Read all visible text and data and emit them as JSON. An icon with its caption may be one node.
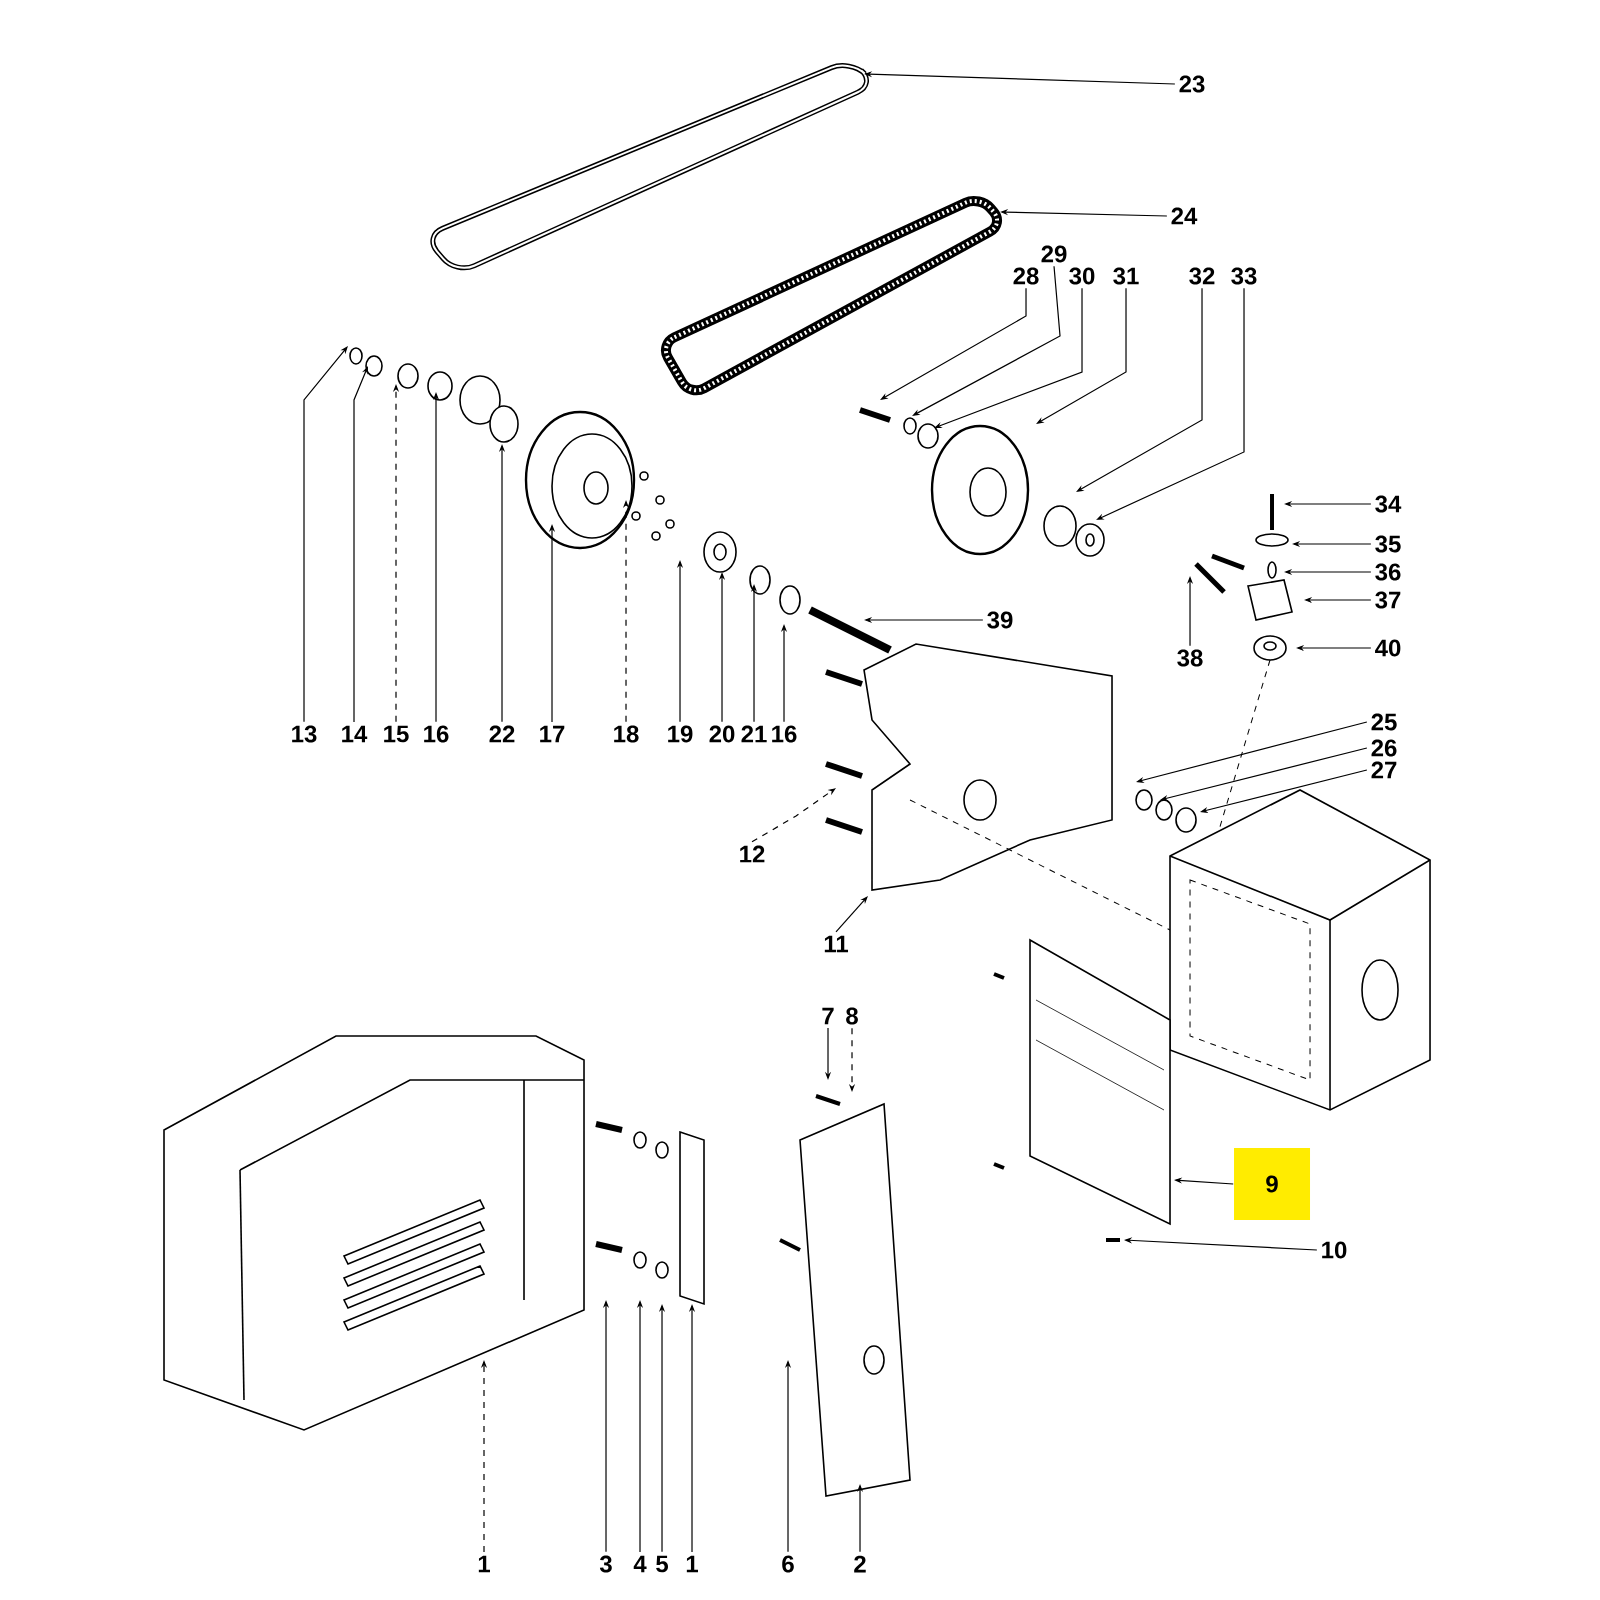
{
  "diagram": {
    "nodes": [
      {
        "text": [
          "23"
        ]
      },
      {
        "text": [
          "24"
        ]
      },
      {
        "text": [
          "29"
        ]
      },
      {
        "text": [
          "28"
        ]
      },
      {
        "text": [
          "30"
        ]
      },
      {
        "text": [
          "31"
        ]
      },
      {
        "text": [
          "32"
        ]
      },
      {
        "text": [
          "33"
        ]
      },
      {
        "text": [
          "34"
        ]
      },
      {
        "text": [
          "35"
        ]
      },
      {
        "text": [
          "36"
        ]
      },
      {
        "text": [
          "37"
        ]
      },
      {
        "text": [
          "38"
        ]
      },
      {
        "text": [
          "39"
        ]
      },
      {
        "text": [
          "40"
        ]
      },
      {
        "text": [
          "13"
        ]
      },
      {
        "text": [
          "14"
        ]
      },
      {
        "text": [
          "15"
        ]
      },
      {
        "text": [
          "16"
        ]
      },
      {
        "text": [
          "22"
        ]
      },
      {
        "text": [
          "17"
        ]
      },
      {
        "text": [
          "18"
        ]
      },
      {
        "text": [
          "19"
        ]
      },
      {
        "text": [
          "20"
        ]
      },
      {
        "text": [
          "21"
        ]
      },
      {
        "text": [
          "16"
        ]
      },
      {
        "text": [
          "25"
        ]
      },
      {
        "text": [
          "26"
        ]
      },
      {
        "text": [
          "27"
        ]
      },
      {
        "text": [
          "12"
        ]
      },
      {
        "text": [
          "11"
        ]
      },
      {
        "text": [
          "7"
        ]
      },
      {
        "text": [
          "8"
        ]
      },
      {
        "text": [
          "9"
        ]
      },
      {
        "text": [
          "10"
        ]
      },
      {
        "text": [
          "1"
        ]
      },
      {
        "text": [
          "3"
        ]
      },
      {
        "text": [
          "4"
        ]
      },
      {
        "text": [
          "5"
        ]
      },
      {
        "text": [
          "1"
        ]
      },
      {
        "text": [
          "6"
        ]
      },
      {
        "text": [
          "2"
        ]
      }
    ],
    "edges": [
      {
        "from": 0,
        "to": null,
        "arrow": "to"
      },
      {
        "from": 1,
        "to": null,
        "arrow": "to"
      },
      {
        "from": 2,
        "to": null,
        "arrow": "to"
      },
      {
        "from": 3,
        "to": null,
        "arrow": "to"
      },
      {
        "from": 4,
        "to": null,
        "arrow": "to"
      },
      {
        "from": 5,
        "to": null,
        "arrow": "to"
      },
      {
        "from": 6,
        "to": null,
        "arrow": "to"
      },
      {
        "from": 7,
        "to": null,
        "arrow": "to"
      },
      {
        "from": 8,
        "to": null,
        "arrow": "to"
      },
      {
        "from": 9,
        "to": null,
        "arrow": "to"
      },
      {
        "from": 10,
        "to": null,
        "arrow": "to"
      },
      {
        "from": 11,
        "to": null,
        "arrow": "to"
      },
      {
        "from": 12,
        "to": null,
        "arrow": "to"
      },
      {
        "from": 13,
        "to": null,
        "arrow": "to"
      },
      {
        "from": 14,
        "to": null,
        "arrow": "to"
      },
      {
        "from": 15,
        "to": null,
        "arrow": "to"
      },
      {
        "from": 16,
        "to": null,
        "arrow": "to"
      },
      {
        "from": 17,
        "to": null,
        "arrow": "to",
        "style": "dashed"
      },
      {
        "from": 18,
        "to": null,
        "arrow": "to"
      },
      {
        "from": 19,
        "to": null,
        "arrow": "to"
      },
      {
        "from": 20,
        "to": null,
        "arrow": "to"
      },
      {
        "from": 21,
        "to": null,
        "arrow": "to",
        "style": "dashed"
      },
      {
        "from": 22,
        "to": null,
        "arrow": "to"
      },
      {
        "from": 23,
        "to": null,
        "arrow": "to"
      },
      {
        "from": 24,
        "to": null,
        "arrow": "to"
      },
      {
        "from": 25,
        "to": null,
        "arrow": "to"
      },
      {
        "from": 26,
        "to": null,
        "arrow": "to"
      },
      {
        "from": 27,
        "to": null,
        "arrow": "to"
      },
      {
        "from": 28,
        "to": null,
        "arrow": "to"
      },
      {
        "from": 29,
        "to": null,
        "arrow": "to",
        "style": "dashed"
      },
      {
        "from": 30,
        "to": null,
        "arrow": "to"
      },
      {
        "from": 31,
        "to": null,
        "arrow": "to"
      },
      {
        "from": 32,
        "to": null,
        "arrow": "to",
        "style": "dashed"
      },
      {
        "from": 33,
        "to": null,
        "arrow": "to"
      },
      {
        "from": 34,
        "to": null,
        "arrow": "to"
      },
      {
        "from": 35,
        "to": null,
        "arrow": "to",
        "style": "dashed"
      },
      {
        "from": 36,
        "to": null,
        "arrow": "to"
      },
      {
        "from": 37,
        "to": null,
        "arrow": "to"
      },
      {
        "from": 38,
        "to": null,
        "arrow": "to"
      },
      {
        "from": 39,
        "to": null,
        "arrow": "to"
      },
      {
        "from": 40,
        "to": null,
        "arrow": "to"
      },
      {
        "from": 41,
        "to": null,
        "arrow": "to"
      }
    ]
  }
}
